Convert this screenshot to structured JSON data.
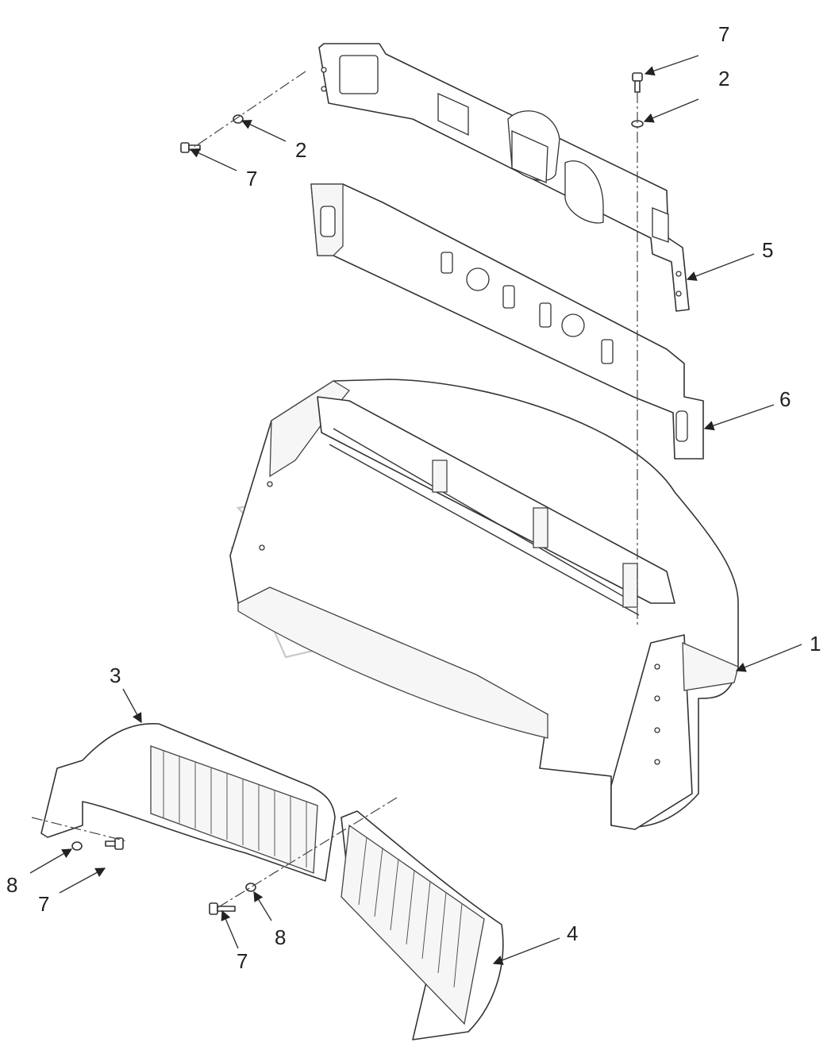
{
  "callouts": {
    "part_1": "1",
    "part_3": "3",
    "part_4": "4",
    "part_5": "5",
    "part_6": "6",
    "washer_top_right": "2",
    "bolt_top_right": "7",
    "washer_top_left": "2",
    "bolt_top_left": "7",
    "washer_bottom_left": "8",
    "bolt_bottom_left": "7",
    "washer_bottom_mid": "8",
    "bolt_bottom_mid": "7"
  }
}
